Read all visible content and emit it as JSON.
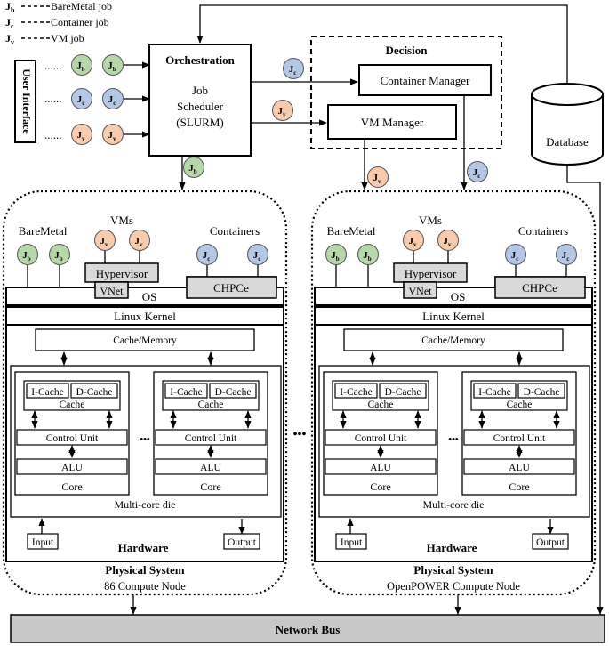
{
  "legend": [
    {
      "sym": "J",
      "sub": "b",
      "label": "BareMetal job"
    },
    {
      "sym": "J",
      "sub": "c",
      "label": "Container job"
    },
    {
      "sym": "J",
      "sub": "v",
      "label": "VM job"
    }
  ],
  "user_interface": "User Interface",
  "orchestration": {
    "title": "Orchestration",
    "line1": "Job",
    "line2": "Scheduler",
    "line3": "(SLURM)"
  },
  "decision": {
    "title": "Decision",
    "container_manager": "Container Manager",
    "vm_manager": "VM Manager"
  },
  "database": "Database",
  "dots": "......",
  "hdots": "•••",
  "node_labels": {
    "baremetal": "BareMetal",
    "vms": "VMs",
    "containers": "Containers",
    "hypervisor": "Hypervisor",
    "vnet": "VNet",
    "chpce": "CHPCe",
    "os": "OS",
    "kernel": "Linux Kernel",
    "cache_memory": "Cache/Memory",
    "icache": "I-Cache",
    "dcache": "D-Cache",
    "cache": "Cache",
    "control_unit": "Control Unit",
    "alu": "ALU",
    "core": "Core",
    "multicore": "Multi-core die",
    "hardware": "Hardware",
    "input": "Input",
    "output": "Output",
    "physical_system": "Physical System"
  },
  "nodes": [
    {
      "name": "86 Compute Node"
    },
    {
      "name": "OpenPOWER Compute Node"
    }
  ],
  "network_bus": "Network Bus",
  "colors": {
    "green": "#b6d7a8",
    "blue": "#b4c7e7",
    "orange": "#f8cbad",
    "gray": "#d9d9d9",
    "bus": "#c8c8c8"
  }
}
